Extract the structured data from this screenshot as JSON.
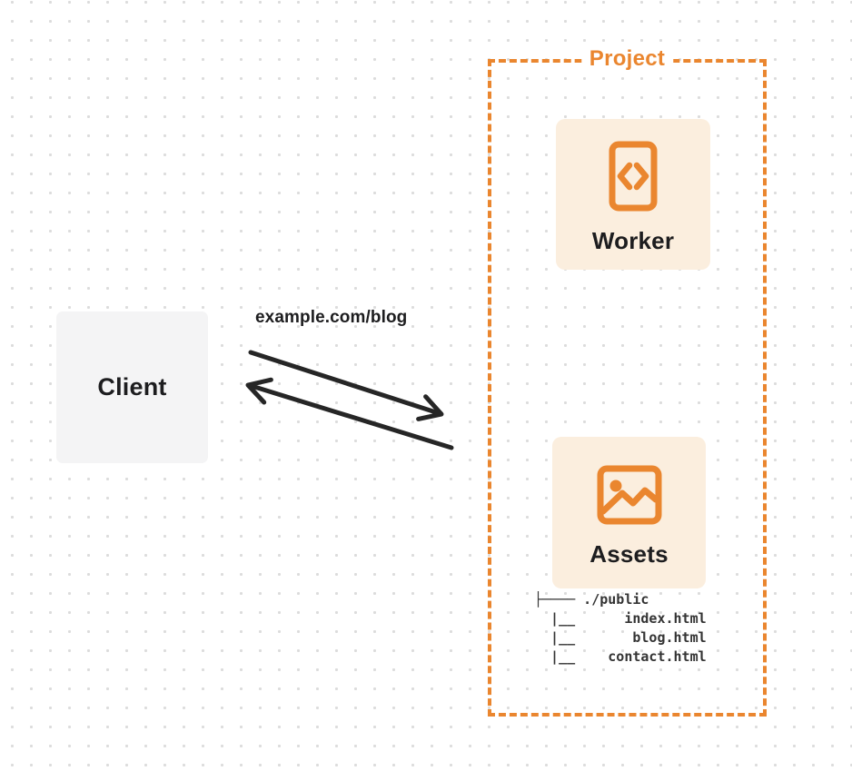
{
  "colors": {
    "orange": "#EA862F",
    "card_bg": "#FBEEDE",
    "client_bg": "#F4F4F5",
    "dark_text": "#1D1D1F",
    "tree_text": "#333333",
    "dot": "#DCDCDC",
    "arrow": "#262626",
    "page_bg": "#FFFFFF"
  },
  "client": {
    "label": "Client"
  },
  "request": {
    "label": "example.com/blog"
  },
  "project": {
    "label": "Project",
    "worker": {
      "label": "Worker",
      "icon": "code-icon"
    },
    "assets": {
      "label": "Assets",
      "icon": "image-icon"
    },
    "file_tree": {
      "root": "./public",
      "files": [
        "index.html",
        "blog.html",
        "contact.html"
      ],
      "ascii": "├──── ./public\n  |__      index.html\n  |__       blog.html\n  |__    contact.html"
    }
  }
}
